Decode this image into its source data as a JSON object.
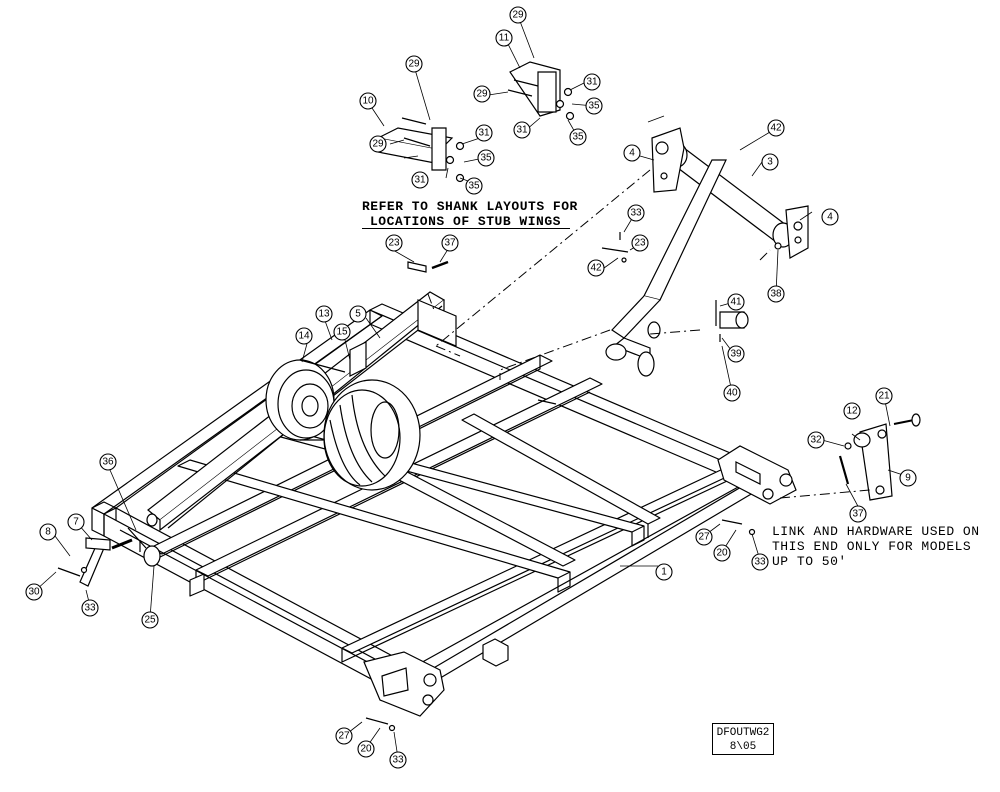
{
  "notes": {
    "ref_line1": "REFER TO SHANK LAYOUTS FOR",
    "ref_line2": "LOCATIONS OF STUB WINGS",
    "link_line1": "LINK AND HARDWARE USED ON",
    "link_line2": "THIS END ONLY FOR MODELS",
    "link_line3": "UP TO 50'"
  },
  "drawing_number": {
    "code": "DFOUTWG2",
    "date": "8\\05"
  },
  "callouts": {
    "c1": "1",
    "c3": "3",
    "c4a": "4",
    "c4b": "4",
    "c5": "5",
    "c7": "7",
    "c8": "8",
    "c9": "9",
    "c10": "10",
    "c11": "11",
    "c12": "12",
    "c13": "13",
    "c14": "14",
    "c15": "15",
    "c20a": "20",
    "c20b": "20",
    "c21": "21",
    "c23a": "23",
    "c23b": "23",
    "c25": "25",
    "c27a": "27",
    "c27b": "27",
    "c29a": "29",
    "c29b": "29",
    "c29c": "29",
    "c29d": "29",
    "c30": "30",
    "c31a": "31",
    "c31b": "31",
    "c31c": "31",
    "c31d": "31",
    "c32": "32",
    "c33a": "33",
    "c33b": "33",
    "c33c": "33",
    "c33d": "33",
    "c35a": "35",
    "c35b": "35",
    "c35c": "35",
    "c35d": "35",
    "c36": "36",
    "c37a": "37",
    "c37b": "37",
    "c38": "38",
    "c39": "39",
    "c40": "40",
    "c41": "41",
    "c42a": "42",
    "c42b": "42"
  }
}
